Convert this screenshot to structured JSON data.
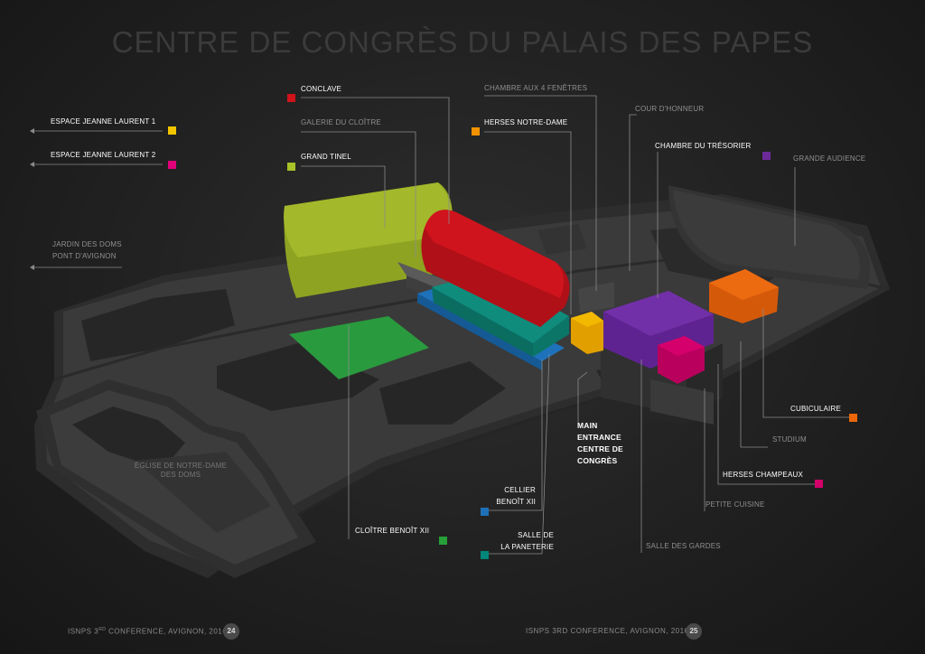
{
  "title": "CENTRE DE CONGRÈS DU PALAIS DES PAPES",
  "labels": {
    "conclave": "CONCLAVE",
    "galerie_cloitre": "GALERIE DU CLOÎTRE",
    "grand_tinel": "GRAND TINEL",
    "espace_jl1": "ESPACE JEANNE LAURENT 1",
    "espace_jl2": "ESPACE JEANNE LAURENT 2",
    "jardin_line1": "JARDIN DES DOMS",
    "jardin_line2": "PONT D'AVIGNON",
    "chambre_4_fenetres": "CHAMBRE AUX 4 FENÊTRES",
    "herses_notre_dame": "HERSES NOTRE-DAME",
    "cour_honneur": "COUR D'HONNEUR",
    "chambre_tresorier": "CHAMBRE DU TRÉSORIER",
    "grande_audience": "GRANDE AUDIENCE",
    "cubiculaire": "CUBICULAIRE",
    "studium": "STUDIUM",
    "herses_champeaux": "HERSES CHAMPEAUX",
    "petite_cuisine": "PETITE CUISINE",
    "salle_gardes": "SALLE DES GARDES",
    "main_entrance_1": "MAIN",
    "main_entrance_2": "ENTRANCE",
    "main_entrance_3": "CENTRE DE",
    "main_entrance_4": "CONGRÈS",
    "cellier_1": "CELLIER",
    "cellier_2": "BENOÎT XII",
    "paneterie_1": "SALLE DE",
    "paneterie_2": "LA PANETERIE",
    "cloitre_benoit": "CLOÎTRE  BENOÎT XII",
    "eglise_1": "ÉGLISE DE NOTRE-DAME",
    "eglise_2": "DES DOMS"
  },
  "footer": {
    "left_prefix": "ISNPS 3",
    "left_sup": "RD",
    "left_suffix": " CONFERENCE, AVIGNON, 2016",
    "left_page": "24",
    "right_text": "ISNPS 3RD CONFERENCE, AVIGNON, 2016",
    "right_page": "25"
  },
  "colors": {
    "conclave": "#d0121b",
    "grand_tinel": "#a7c227",
    "espace_jl1": "#f2c500",
    "espace_jl2": "#e2007a",
    "herses_notre_dame": "#f39200",
    "chambre_tresorier": "#6c2a9a",
    "cubiculaire": "#ec6707",
    "herses_champeaux": "#d3006a",
    "cellier": "#1d70b7",
    "paneterie": "#00867a",
    "cloitre_benoit": "#27a03a"
  }
}
